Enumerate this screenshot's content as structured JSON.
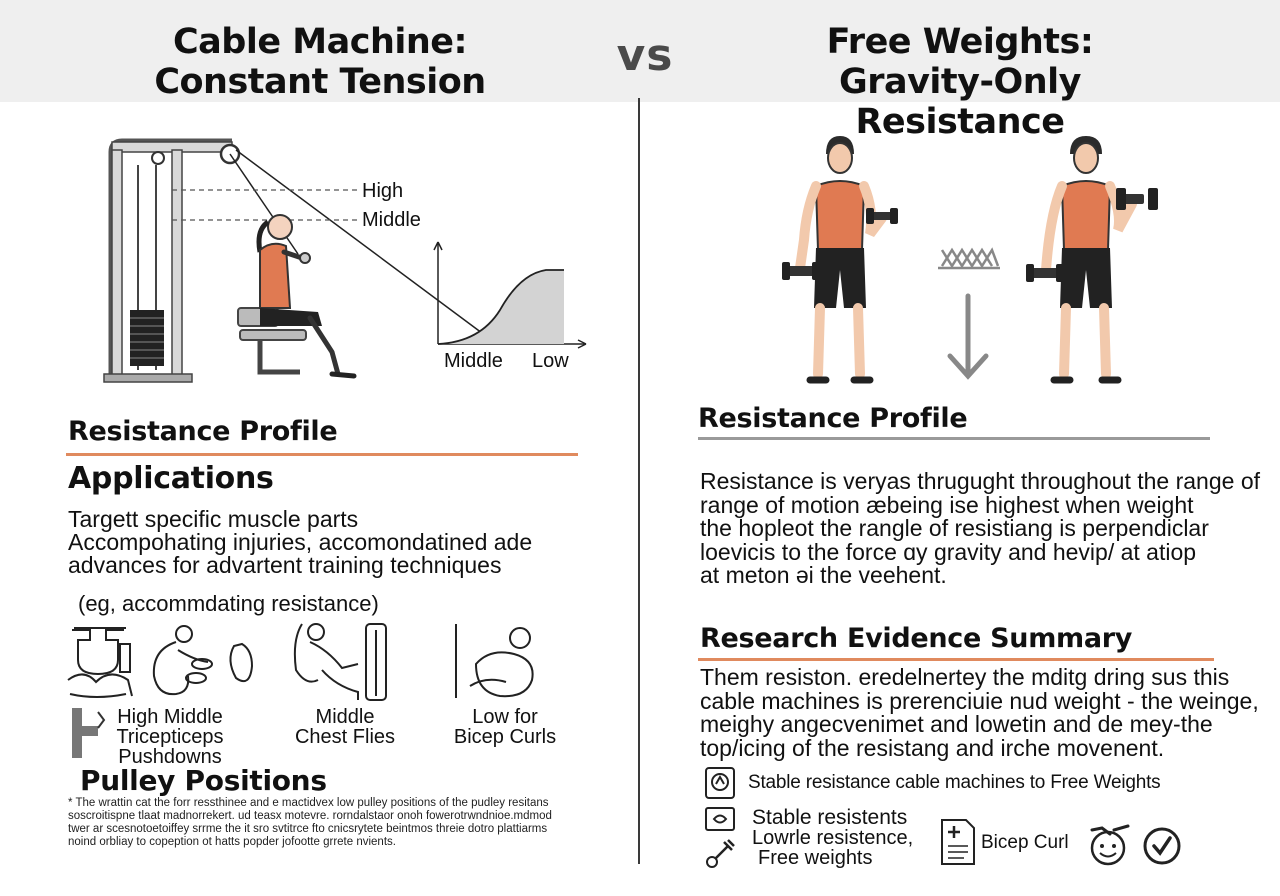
{
  "header": {
    "left_title_line1": "Cable Machine:",
    "left_title_line2": "Constant Tension",
    "vs": "vs",
    "right_title_line1": "Free Weights:",
    "right_title_line2": "Gravity-Only Resistance"
  },
  "left": {
    "diagram": {
      "label_high": "High",
      "label_middle": "Middle",
      "axis_label_middle": "Middle",
      "axis_label_low": "Low"
    },
    "resistance_profile_heading": "Resistance Profile",
    "applications_heading": "Applications",
    "applications_lines": [
      "Targett specific muscle parts",
      "Accompohating injuries, accomondatined ade",
      "advances for advartent training techniques"
    ],
    "applications_note": "(eg, accommdating resistance)",
    "pulley_labels": {
      "high_line1": "High Middle",
      "high_line2": "Tricepticeps",
      "high_line3": "Pushdowns",
      "middle_line1": "Middle",
      "middle_line2": "Chest Flies",
      "low_line1": "Low for",
      "low_line2": "Bicep Curls"
    },
    "pulley_heading": "Pulley Positions",
    "footnote_lines": [
      "* The wrattin cat the forr ressthinee and e mactidvex low pulley positions of the pudley resitans",
      "soscroitispne tlaat madnorrekert. ud teasx motevre. rorndalstaor onoh fowerotrwndnioe.mdmod",
      "twer ar scesnotoetoiffey srrme the it sro svtitrce fto cnicsrytete beintmos threie dotro plattiarms",
      "noind orbliay to copeption ot hatts popder jofootte grrete nvients."
    ]
  },
  "right": {
    "resistance_profile_heading": "Resistance Profile",
    "profile_lines": [
      "Resistance is veryas thrugught throughout the range of",
      "range of motion æbeing ise highest when weight",
      "the hopleot the rangle of resistiang is perpendiclar",
      "loevicis to the force ɑy  gravity and hevip/ at atiop",
      "at meton əi the veehent."
    ],
    "research_heading": "Research Evidence Summary",
    "research_lines": [
      "Them resiston. eredelnertey the mditg dring sus this",
      "cable machines is prerenciuie nud weight - the weinge,",
      "meighy angecvenimet and lowetin and de mey-the",
      "top/icing of the resistang and irche movenent."
    ],
    "legend": {
      "row1": "Stable resistance cable machines to Free Weights",
      "row2_line1": "Stable resistents",
      "row2_line2": "Lowrle resistence,",
      "row2_line3": "Free weights",
      "bicep_curl": "Bicep Curl"
    }
  },
  "colors": {
    "accent_orange": "#e08a5e",
    "shirt": "#e07a52",
    "header_band": "#efefef",
    "rule_gray": "#9a9a9a"
  }
}
